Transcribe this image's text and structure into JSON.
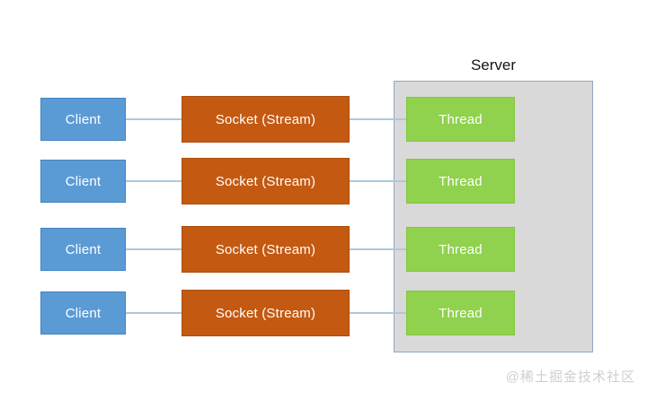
{
  "diagram": {
    "server_label": "Server",
    "rows": [
      {
        "client": "Client",
        "socket": "Socket (Stream)",
        "thread": "Thread"
      },
      {
        "client": "Client",
        "socket": "Socket (Stream)",
        "thread": "Thread"
      },
      {
        "client": "Client",
        "socket": "Socket (Stream)",
        "thread": "Thread"
      },
      {
        "client": "Client",
        "socket": "Socket (Stream)",
        "thread": "Thread"
      }
    ]
  },
  "watermark": "@稀土掘金技术社区",
  "colors": {
    "client_fill": "#5B9BD5",
    "client_border": "#4384C0",
    "socket_fill": "#C45911",
    "socket_border": "#AC4E0F",
    "thread_fill": "#90D14E",
    "thread_border": "#82C63E",
    "server_fill": "#D9D9D9",
    "server_border": "#91A8C0",
    "connector": "#AEC7DC"
  }
}
